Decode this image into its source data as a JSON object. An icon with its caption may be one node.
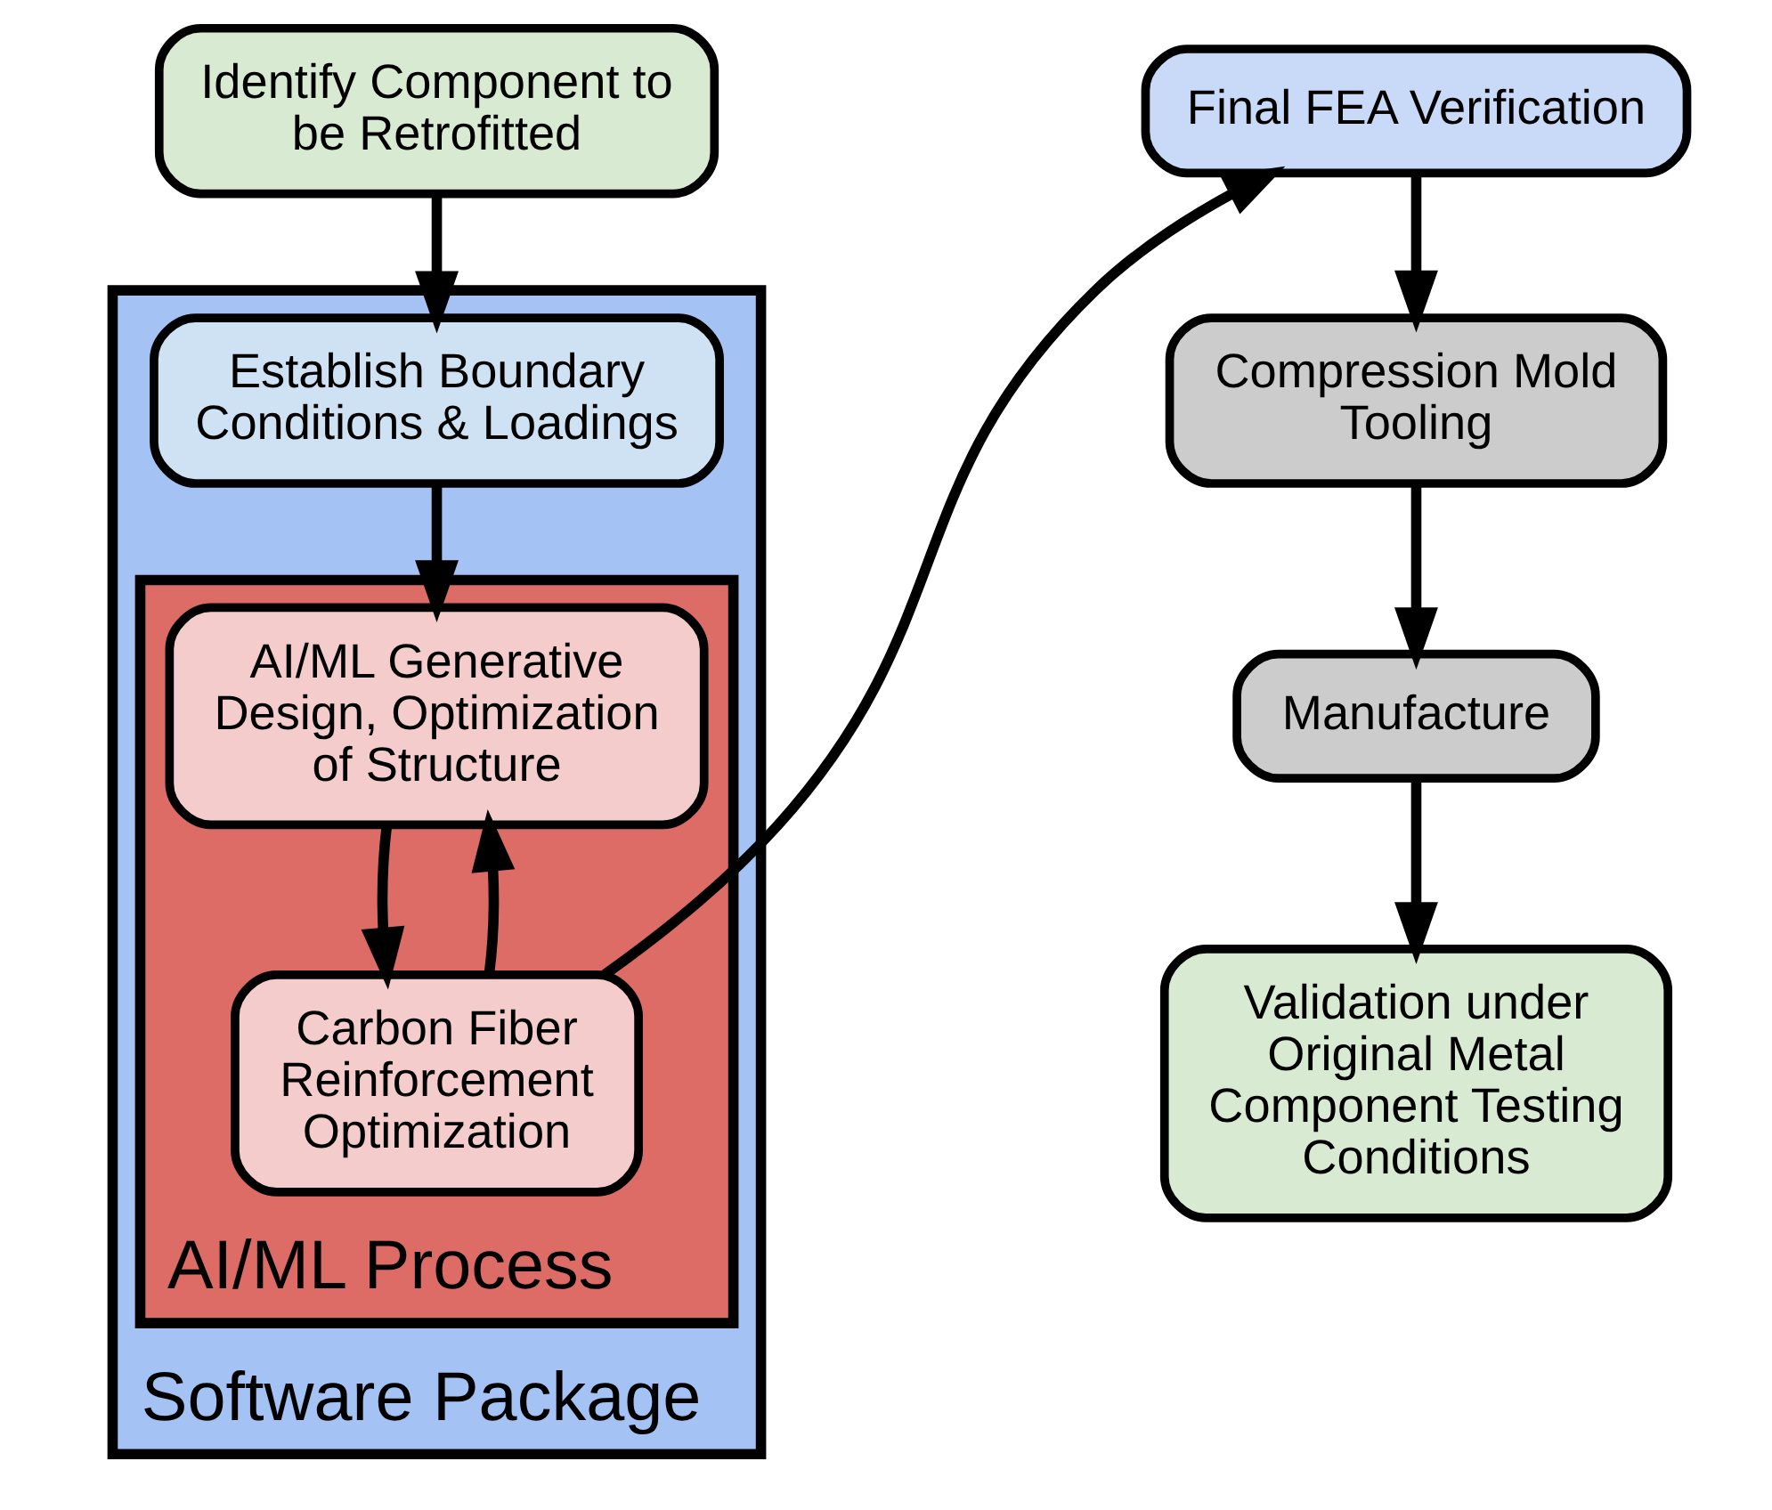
{
  "diagram": {
    "nodes": [
      {
        "text": [
          "Identify Component to be Retrofitted"
        ]
      },
      {
        "text": [
          "Software Package"
        ]
      },
      {
        "text": [
          "Establish Boundary Conditions & Loadings"
        ],
        "in": 1
      },
      {
        "text": [
          "AI/ML Process"
        ],
        "in": 1
      },
      {
        "text": [
          "AI/ML Generative Design, Optimization of Structure"
        ],
        "in": 3
      },
      {
        "text": [
          "Carbon Fiber Reinforcement Optimization"
        ],
        "in": 3
      },
      {
        "text": [
          "Final FEA Verification"
        ]
      },
      {
        "text": [
          "Compression Mold Tooling"
        ]
      },
      {
        "text": [
          "Manufacture"
        ]
      },
      {
        "text": [
          "Validation under Original Metal Component Testing Conditions"
        ]
      }
    ],
    "edges": [
      {
        "from": 0,
        "to": 2,
        "arrow": "to"
      },
      {
        "from": 2,
        "to": 4,
        "arrow": "to"
      },
      {
        "from": 4,
        "to": 5,
        "arrow": "to"
      },
      {
        "from": 5,
        "to": 4,
        "arrow": "to"
      },
      {
        "from": 5,
        "to": 6,
        "arrow": "to"
      },
      {
        "from": 6,
        "to": 7,
        "arrow": "to"
      },
      {
        "from": 7,
        "to": 8,
        "arrow": "to"
      },
      {
        "from": 8,
        "to": 9,
        "arrow": "to"
      }
    ]
  }
}
